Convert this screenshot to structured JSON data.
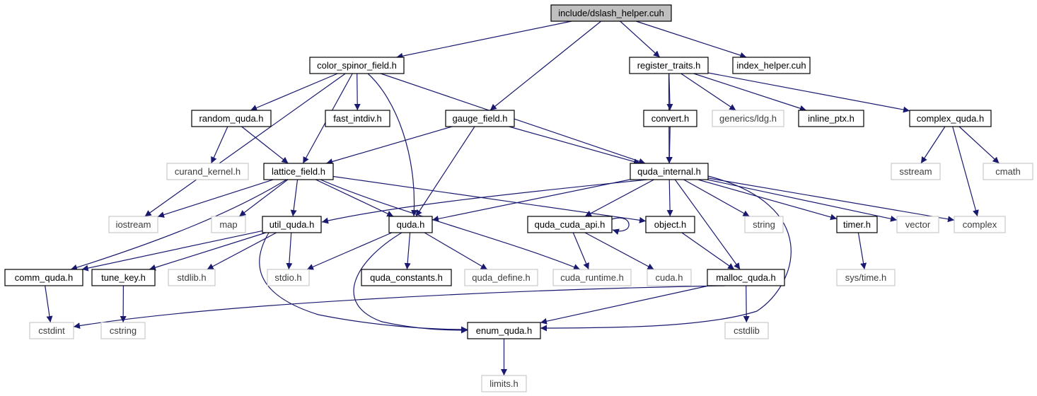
{
  "diagram": {
    "colors": {
      "edge": "#191970",
      "node_border_local": "#000000",
      "node_border_external": "#bfbfbf",
      "node_fill_root": "#bfbfbf",
      "node_fill": "#ffffff",
      "text_local": "#000000",
      "text_external": "#3c3c3c"
    },
    "nodes": [
      {
        "id": "root",
        "label": "include/dslash_helper.cuh",
        "kind": "root"
      },
      {
        "id": "csf",
        "label": "color_spinor_field.h",
        "kind": "local"
      },
      {
        "id": "gf",
        "label": "gauge_field.h",
        "kind": "local"
      },
      {
        "id": "rt",
        "label": "register_traits.h",
        "kind": "local"
      },
      {
        "id": "ih",
        "label": "index_helper.cuh",
        "kind": "local"
      },
      {
        "id": "rq",
        "label": "random_quda.h",
        "kind": "local"
      },
      {
        "id": "fi",
        "label": "fast_intdiv.h",
        "kind": "local"
      },
      {
        "id": "conv",
        "label": "convert.h",
        "kind": "local"
      },
      {
        "id": "ldg",
        "label": "generics/ldg.h",
        "kind": "external"
      },
      {
        "id": "iptx",
        "label": "inline_ptx.h",
        "kind": "local"
      },
      {
        "id": "cq",
        "label": "complex_quda.h",
        "kind": "local"
      },
      {
        "id": "ck",
        "label": "curand_kernel.h",
        "kind": "external"
      },
      {
        "id": "lf",
        "label": "lattice_field.h",
        "kind": "local"
      },
      {
        "id": "qi",
        "label": "quda_internal.h",
        "kind": "local"
      },
      {
        "id": "ss",
        "label": "sstream",
        "kind": "external"
      },
      {
        "id": "cmath",
        "label": "cmath",
        "kind": "external"
      },
      {
        "id": "ios",
        "label": "iostream",
        "kind": "external"
      },
      {
        "id": "map",
        "label": "map",
        "kind": "external"
      },
      {
        "id": "uq",
        "label": "util_quda.h",
        "kind": "local"
      },
      {
        "id": "quda",
        "label": "quda.h",
        "kind": "local"
      },
      {
        "id": "qca",
        "label": "quda_cuda_api.h",
        "kind": "local"
      },
      {
        "id": "obj",
        "label": "object.h",
        "kind": "local"
      },
      {
        "id": "str",
        "label": "string",
        "kind": "external"
      },
      {
        "id": "timer",
        "label": "timer.h",
        "kind": "local"
      },
      {
        "id": "vec",
        "label": "vector",
        "kind": "external"
      },
      {
        "id": "cplx",
        "label": "complex",
        "kind": "external"
      },
      {
        "id": "comm",
        "label": "comm_quda.h",
        "kind": "local"
      },
      {
        "id": "tk",
        "label": "tune_key.h",
        "kind": "local"
      },
      {
        "id": "stdlib",
        "label": "stdlib.h",
        "kind": "external"
      },
      {
        "id": "stdio",
        "label": "stdio.h",
        "kind": "external"
      },
      {
        "id": "qc",
        "label": "quda_constants.h",
        "kind": "local"
      },
      {
        "id": "qd",
        "label": "quda_define.h",
        "kind": "external"
      },
      {
        "id": "cr",
        "label": "cuda_runtime.h",
        "kind": "external"
      },
      {
        "id": "cuda",
        "label": "cuda.h",
        "kind": "external"
      },
      {
        "id": "mq",
        "label": "malloc_quda.h",
        "kind": "local"
      },
      {
        "id": "st",
        "label": "sys/time.h",
        "kind": "external"
      },
      {
        "id": "cstdint",
        "label": "cstdint",
        "kind": "external"
      },
      {
        "id": "cstring",
        "label": "cstring",
        "kind": "external"
      },
      {
        "id": "eq",
        "label": "enum_quda.h",
        "kind": "local"
      },
      {
        "id": "cstdlib",
        "label": "cstdlib",
        "kind": "external"
      },
      {
        "id": "limits",
        "label": "limits.h",
        "kind": "external"
      }
    ],
    "edges": [
      [
        "root",
        "csf"
      ],
      [
        "root",
        "gf"
      ],
      [
        "root",
        "rt"
      ],
      [
        "root",
        "ih"
      ],
      [
        "csf",
        "ios"
      ],
      [
        "csf",
        "rq"
      ],
      [
        "csf",
        "lf"
      ],
      [
        "csf",
        "fi"
      ],
      [
        "csf",
        "quda"
      ],
      [
        "csf",
        "qi"
      ],
      [
        "gf",
        "lf"
      ],
      [
        "gf",
        "quda"
      ],
      [
        "gf",
        "qi"
      ],
      [
        "rt",
        "qi"
      ],
      [
        "rt",
        "conv"
      ],
      [
        "rt",
        "ldg"
      ],
      [
        "rt",
        "iptx"
      ],
      [
        "rt",
        "cq"
      ],
      [
        "rq",
        "ck"
      ],
      [
        "rq",
        "lf"
      ],
      [
        "conv",
        "qi"
      ],
      [
        "cq",
        "ss"
      ],
      [
        "cq",
        "cmath"
      ],
      [
        "cq",
        "cplx"
      ],
      [
        "lf",
        "ios"
      ],
      [
        "lf",
        "map"
      ],
      [
        "lf",
        "uq"
      ],
      [
        "lf",
        "quda"
      ],
      [
        "lf",
        "comm"
      ],
      [
        "lf",
        "obj"
      ],
      [
        "lf",
        "cr"
      ],
      [
        "qi",
        "uq"
      ],
      [
        "qi",
        "quda"
      ],
      [
        "qi",
        "qca"
      ],
      [
        "qi",
        "obj"
      ],
      [
        "qi",
        "str"
      ],
      [
        "qi",
        "timer"
      ],
      [
        "qi",
        "vec"
      ],
      [
        "qi",
        "cplx"
      ],
      [
        "qi",
        "mq"
      ],
      [
        "qi",
        "eq"
      ],
      [
        "uq",
        "comm"
      ],
      [
        "uq",
        "tk"
      ],
      [
        "uq",
        "stdlib"
      ],
      [
        "uq",
        "stdio"
      ],
      [
        "uq",
        "eq"
      ],
      [
        "quda",
        "stdio"
      ],
      [
        "quda",
        "qc"
      ],
      [
        "quda",
        "qd"
      ],
      [
        "quda",
        "eq"
      ],
      [
        "qca",
        "qca"
      ],
      [
        "qca",
        "cr"
      ],
      [
        "qca",
        "cuda"
      ],
      [
        "obj",
        "mq"
      ],
      [
        "timer",
        "st"
      ],
      [
        "comm",
        "cstdint"
      ],
      [
        "tk",
        "cstring"
      ],
      [
        "mq",
        "cstdint"
      ],
      [
        "mq",
        "eq"
      ],
      [
        "mq",
        "cstdlib"
      ],
      [
        "eq",
        "limits"
      ]
    ]
  }
}
